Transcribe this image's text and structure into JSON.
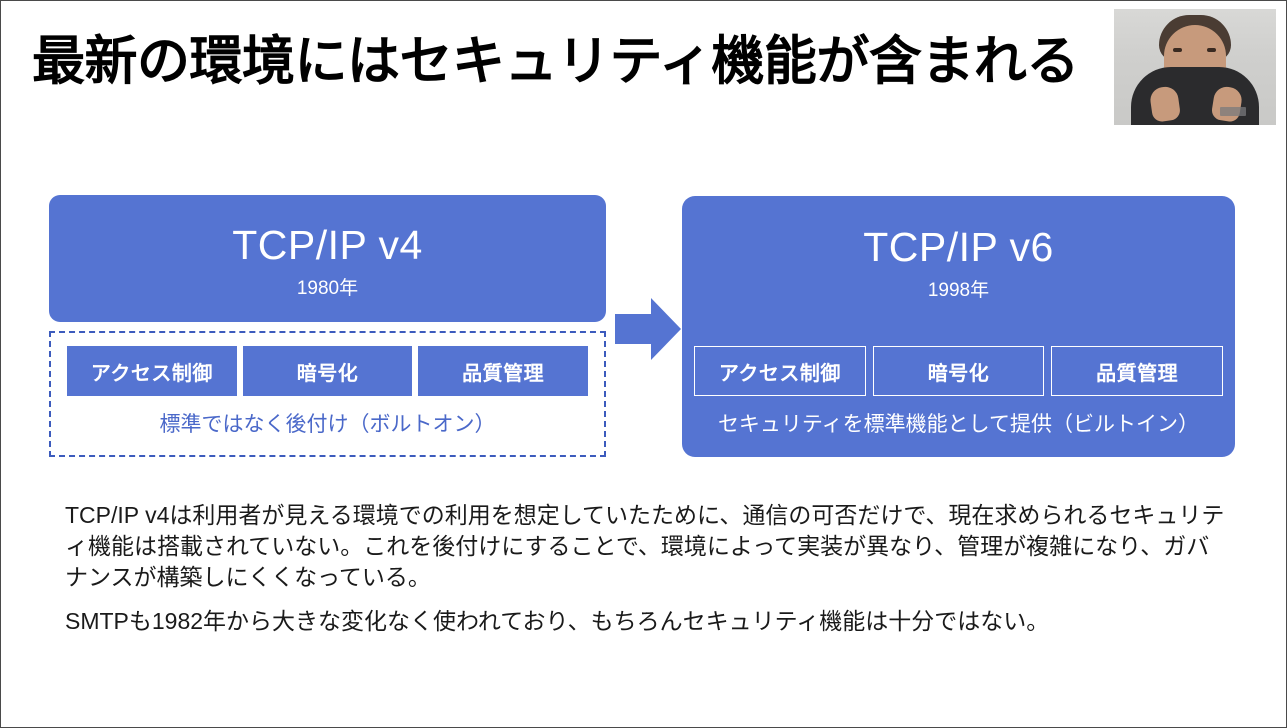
{
  "slide": {
    "title": "最新の環境にはセキュリティ機能が含まれる",
    "background_color": "#ffffff",
    "border_color": "#4a4a4a"
  },
  "presenter_video": {
    "name": "presenter-webcam-overlay",
    "description": "男性の話者のウェブカメラ映像"
  },
  "colors": {
    "brand_blue": "#5574d2",
    "dashed_border_blue": "#3c5bbd",
    "caption_blue": "#4a68c9",
    "text_black": "#1a1a1a"
  },
  "diagram": {
    "left": {
      "title": "TCP/IP v4",
      "year": "1980年",
      "chips": [
        "アクセス制御",
        "暗号化",
        "品質管理"
      ],
      "caption": "標準ではなく後付け（ボルトオン）",
      "style": "dashed-outline"
    },
    "arrow": {
      "icon": "right-arrow-icon",
      "direction": "right",
      "color": "#5574d2"
    },
    "right": {
      "title": "TCP/IP v6",
      "year": "1998年",
      "chips": [
        "アクセス制御",
        "暗号化",
        "品質管理"
      ],
      "caption": "セキュリティを標準機能として提供（ビルトイン）",
      "style": "solid-filled"
    }
  },
  "body": {
    "paragraphs": [
      "TCP/IP v4は利用者が見える環境での利用を想定していたために、通信の可否だけで、現在求められるセキュリティ機能は搭載されていない。これを後付けにすることで、環境によって実装が異なり、管理が複雑になり、ガバナンスが構築しにくくなっている。",
      "SMTPも1982年から大きな変化なく使われており、もちろんセキュリティ機能は十分ではない。"
    ]
  }
}
